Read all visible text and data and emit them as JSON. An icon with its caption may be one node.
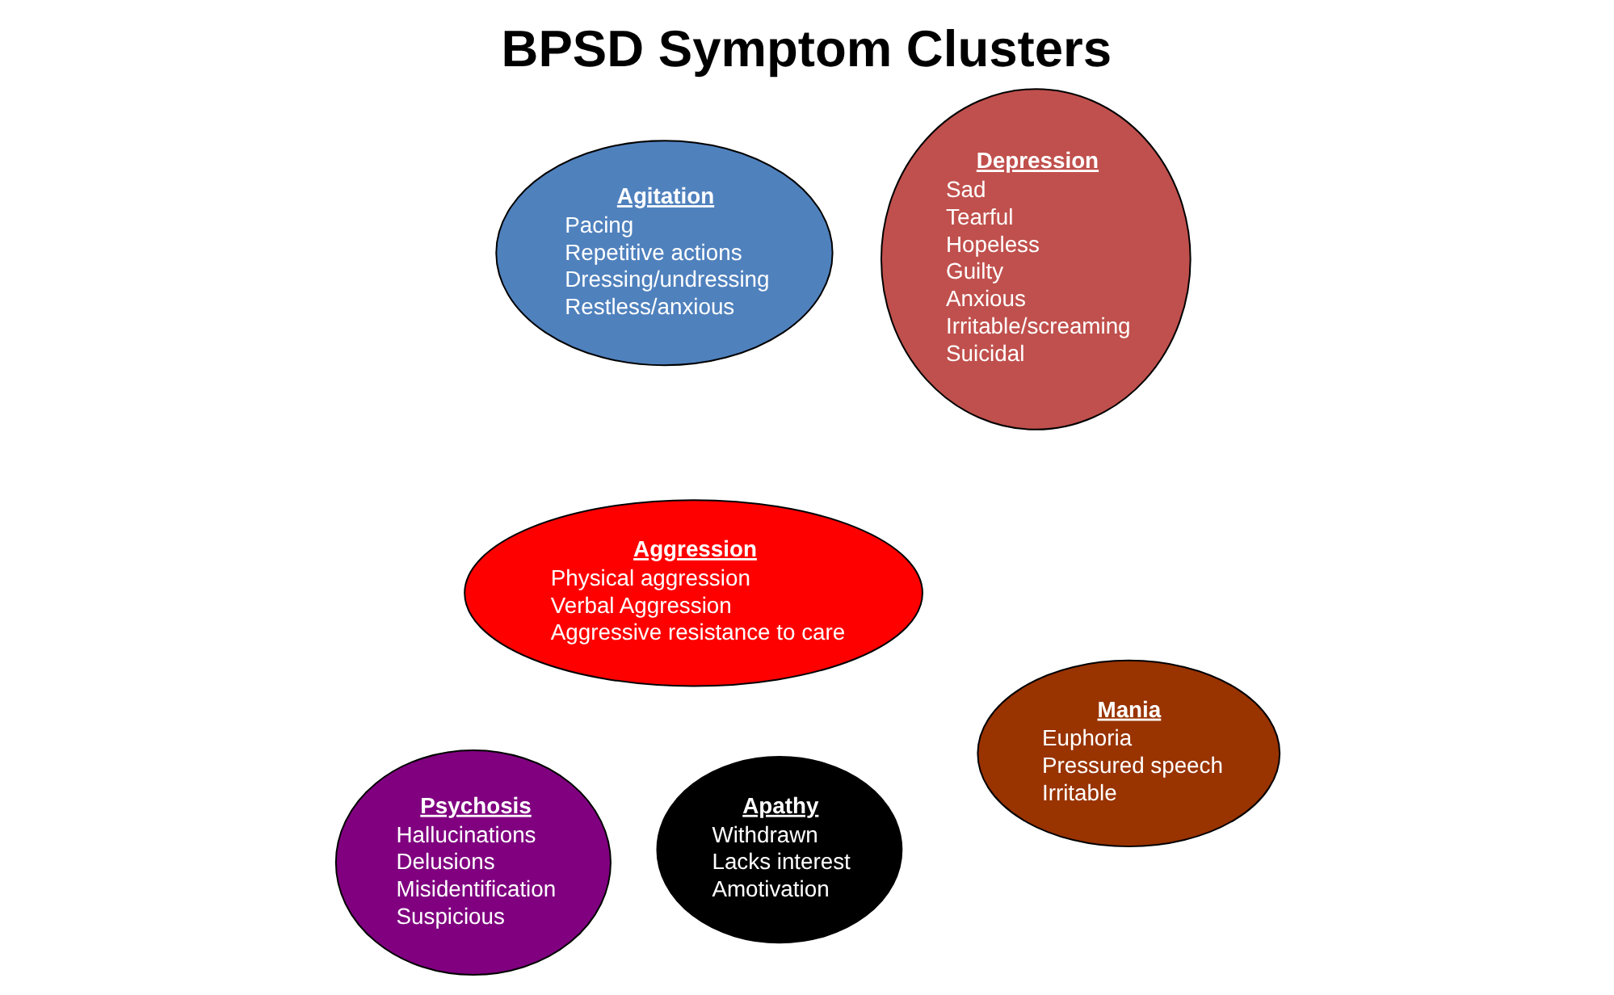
{
  "diagram": {
    "title": "BPSD Symptom Clusters",
    "nodes": [
      {
        "text": [
          "Aggression",
          "Physical aggression",
          "Verbal Aggression",
          "Aggressive resistance to care"
        ]
      },
      {
        "text": [
          "Agitation",
          "Pacing",
          "Repetitive actions",
          "Dressing/undressing",
          "Restless/anxious"
        ]
      },
      {
        "text": [
          "Apathy",
          "Withdrawn",
          "Lacks interest",
          "Amotivation"
        ]
      },
      {
        "text": [
          "Depression",
          "Sad",
          "Tearful",
          "Hopeless",
          "Guilty",
          "Anxious",
          "Irritable/screaming",
          "Suicidal"
        ]
      },
      {
        "text": [
          "Mania",
          "Euphoria",
          "Pressured speech",
          "Irritable"
        ]
      },
      {
        "text": [
          "Psychosis",
          "Hallucinations",
          "Delusions",
          "Misidentification",
          "Suspicious"
        ]
      }
    ],
    "edges": []
  }
}
